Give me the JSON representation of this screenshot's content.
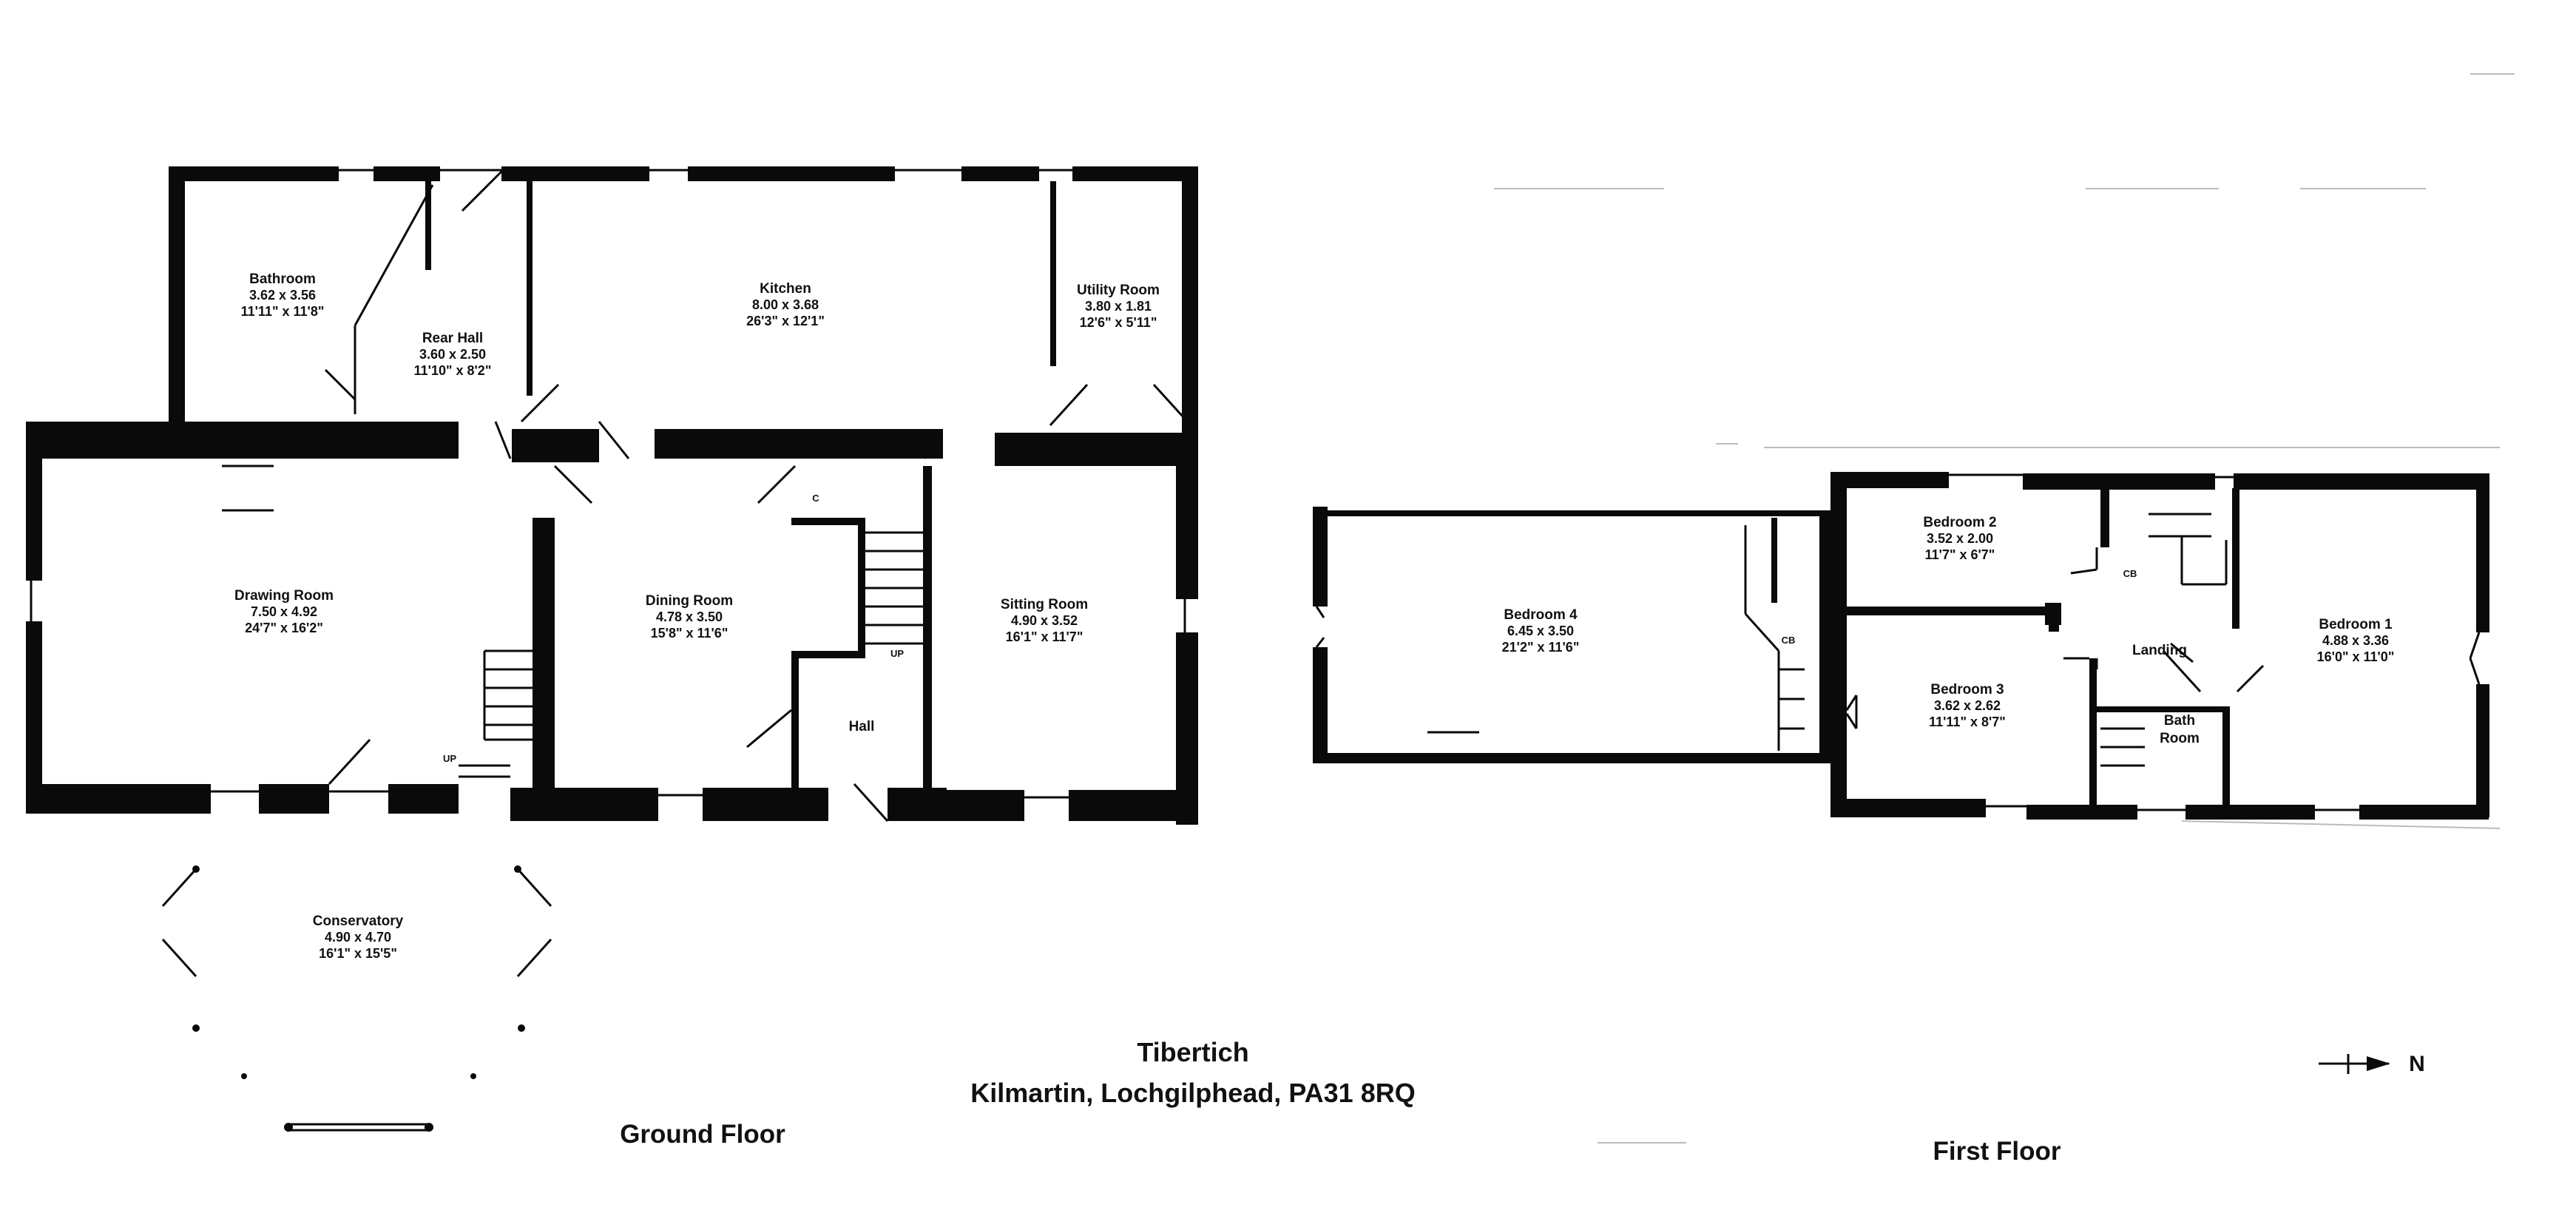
{
  "ground": {
    "rooms": [
      {
        "id": "bathroom",
        "name": "Bathroom",
        "metric": "3.62 x 3.56",
        "imperial": "11'11\" x 11'8\""
      },
      {
        "id": "rear-hall",
        "name": "Rear Hall",
        "metric": "3.60 x 2.50",
        "imperial": "11'10\" x 8'2\""
      },
      {
        "id": "kitchen",
        "name": "Kitchen",
        "metric": "8.00 x 3.68",
        "imperial": "26'3\" x 12'1\""
      },
      {
        "id": "utility-room",
        "name": "Utility Room",
        "metric": "3.80 x 1.81",
        "imperial": "12'6\" x 5'11\""
      },
      {
        "id": "drawing-room",
        "name": "Drawing Room",
        "metric": "7.50 x 4.92",
        "imperial": "24'7\" x 16'2\""
      },
      {
        "id": "dining-room",
        "name": "Dining Room",
        "metric": "4.78 x 3.50",
        "imperial": "15'8\" x 11'6\""
      },
      {
        "id": "sitting-room",
        "name": "Sitting Room",
        "metric": "4.90 x 3.52",
        "imperial": "16'1\" x 11'7\""
      },
      {
        "id": "conservatory",
        "name": "Conservatory",
        "metric": "4.90 x 4.70",
        "imperial": "16'1\" x 15'5\""
      }
    ],
    "hall_label": "Hall",
    "up_label_1": "UP",
    "up_label_2": "UP",
    "c_label": "C",
    "floor_label": "Ground Floor"
  },
  "first": {
    "rooms": [
      {
        "id": "bedroom-4",
        "name": "Bedroom 4",
        "metric": "6.45 x 3.50",
        "imperial": "21'2\" x 11'6\""
      },
      {
        "id": "bedroom-2",
        "name": "Bedroom 2",
        "metric": "3.52 x 2.00",
        "imperial": "11'7\" x 6'7\""
      },
      {
        "id": "bedroom-3",
        "name": "Bedroom 3",
        "metric": "3.62 x 2.62",
        "imperial": "11'11\" x 8'7\""
      },
      {
        "id": "bedroom-1",
        "name": "Bedroom 1",
        "metric": "4.88 x 3.36",
        "imperial": "16'0\" x 11'0\""
      }
    ],
    "landing_label": "Landing",
    "bath_label_1": "Bath",
    "bath_label_2": "Room",
    "cupboard_1": "CB",
    "cupboard_2": "CB",
    "floor_label": "First Floor"
  },
  "address": {
    "name": "Tibertich",
    "line": "Kilmartin, Lochgilphead, PA31 8RQ"
  },
  "compass": {
    "label": "N"
  }
}
